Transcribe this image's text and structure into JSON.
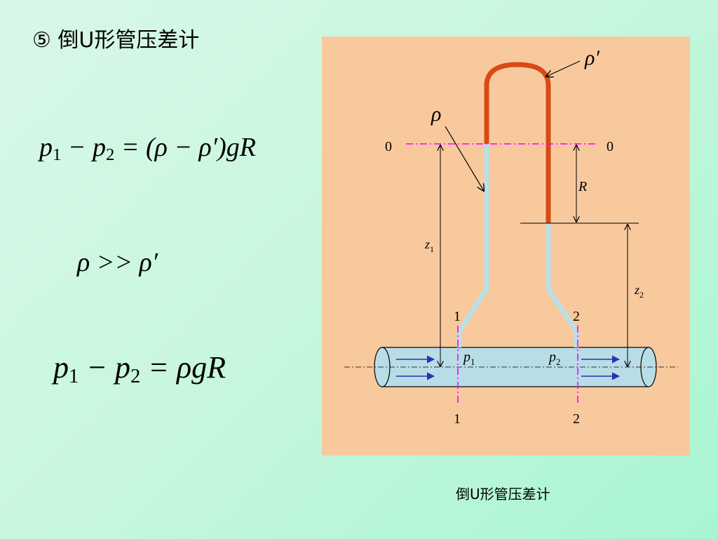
{
  "slide": {
    "title": "⑤  倒U形管压差计",
    "caption": "倒U形管压差计"
  },
  "formulas": {
    "f1": {
      "lhs": "p",
      "s1": "1",
      "mid": " − p",
      "s2": "2",
      "rhs": " = (ρ − ρ′)gR"
    },
    "f2": {
      "text": "ρ >> ρ′"
    },
    "f3": {
      "lhs": "p",
      "s1": "1",
      "mid": " − p",
      "s2": "2",
      "rhs": " = ρgR"
    }
  },
  "diagram": {
    "label_rho_prime": "ρ′",
    "label_rho": "ρ",
    "label_0_left": "0",
    "label_0_right": "0",
    "label_R": "R",
    "label_z1": "z",
    "label_z1_sub": "1",
    "label_z2": "z",
    "label_z2_sub": "2",
    "label_1_top": "1",
    "label_2_top": "2",
    "label_1_bottom": "1",
    "label_2_bottom": "2",
    "label_p1": "p",
    "label_p1_sub": "1",
    "label_p2": "p",
    "label_p2_sub": "2",
    "colors": {
      "panel": "#f9c99e",
      "mercury_fluid": "#d84a14",
      "light_fluid": "#b9e0e6",
      "pipe_fill": "#b8dde6",
      "datum_line": "#ff00ff",
      "flow_arrow": "#2f2fb0"
    }
  }
}
